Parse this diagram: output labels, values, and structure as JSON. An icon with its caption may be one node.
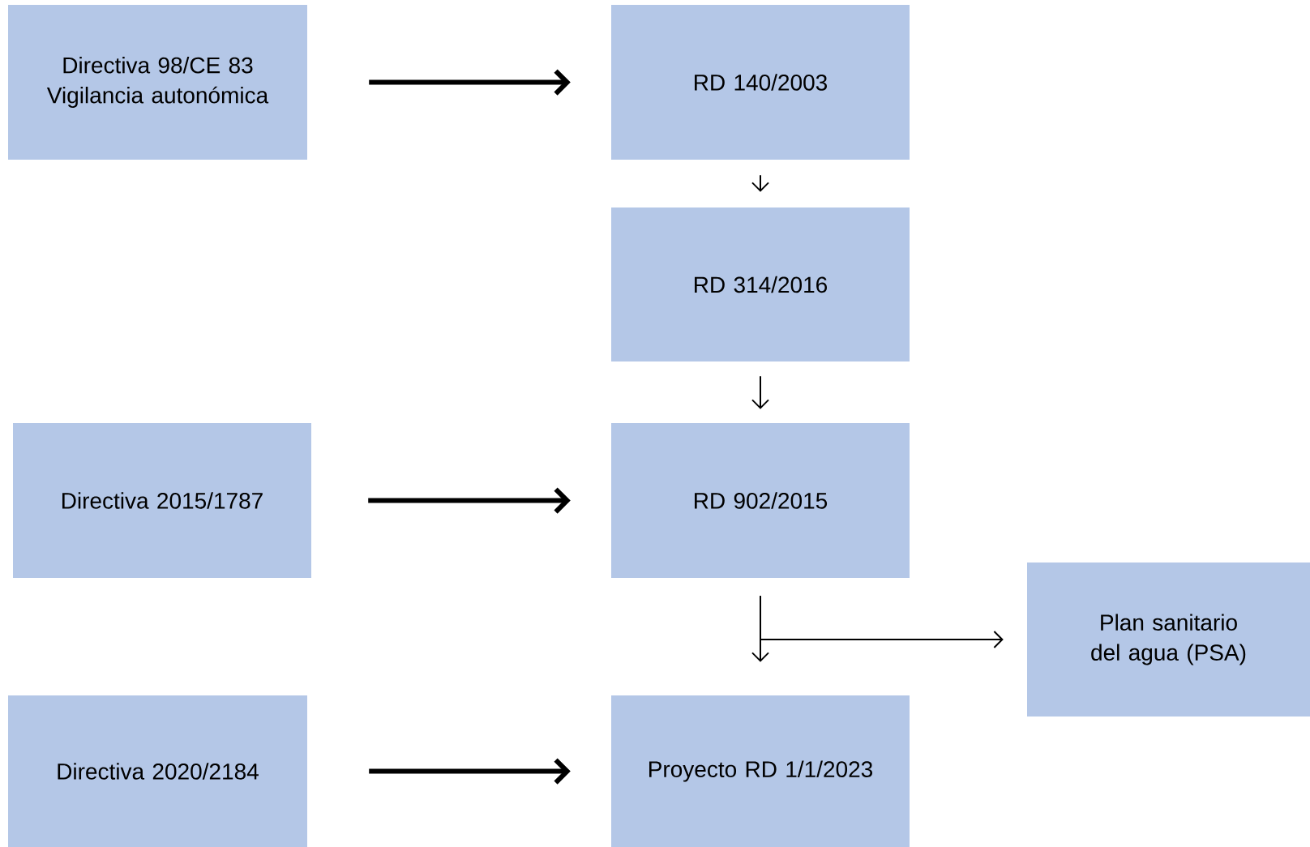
{
  "diagram": {
    "nodes": [
      {
        "text": [
          "Directiva 98/CE 83 Vigilancia autonómica"
        ]
      },
      {
        "text": [
          "RD 140/2003"
        ]
      },
      {
        "text": [
          "RD 314/2016"
        ]
      },
      {
        "text": [
          "Directiva 2015/1787"
        ]
      },
      {
        "text": [
          "RD 902/2015"
        ]
      },
      {
        "text": [
          "Plan sanitario del agua (PSA)"
        ]
      },
      {
        "text": [
          "Directiva 2020/2184"
        ]
      },
      {
        "text": [
          "Proyecto RD 1/1/2023"
        ]
      }
    ],
    "edges": [
      {
        "from": 0,
        "to": 1,
        "arrow": "to",
        "style": "thick"
      },
      {
        "from": 1,
        "to": 2,
        "arrow": "to"
      },
      {
        "from": 2,
        "to": 4,
        "arrow": "to"
      },
      {
        "from": 3,
        "to": 4,
        "arrow": "to",
        "style": "thick"
      },
      {
        "from": 4,
        "to": 7,
        "arrow": "to"
      },
      {
        "from": 4,
        "to": 5,
        "arrow": "to"
      },
      {
        "from": 6,
        "to": 7,
        "arrow": "to",
        "style": "thick"
      }
    ]
  }
}
